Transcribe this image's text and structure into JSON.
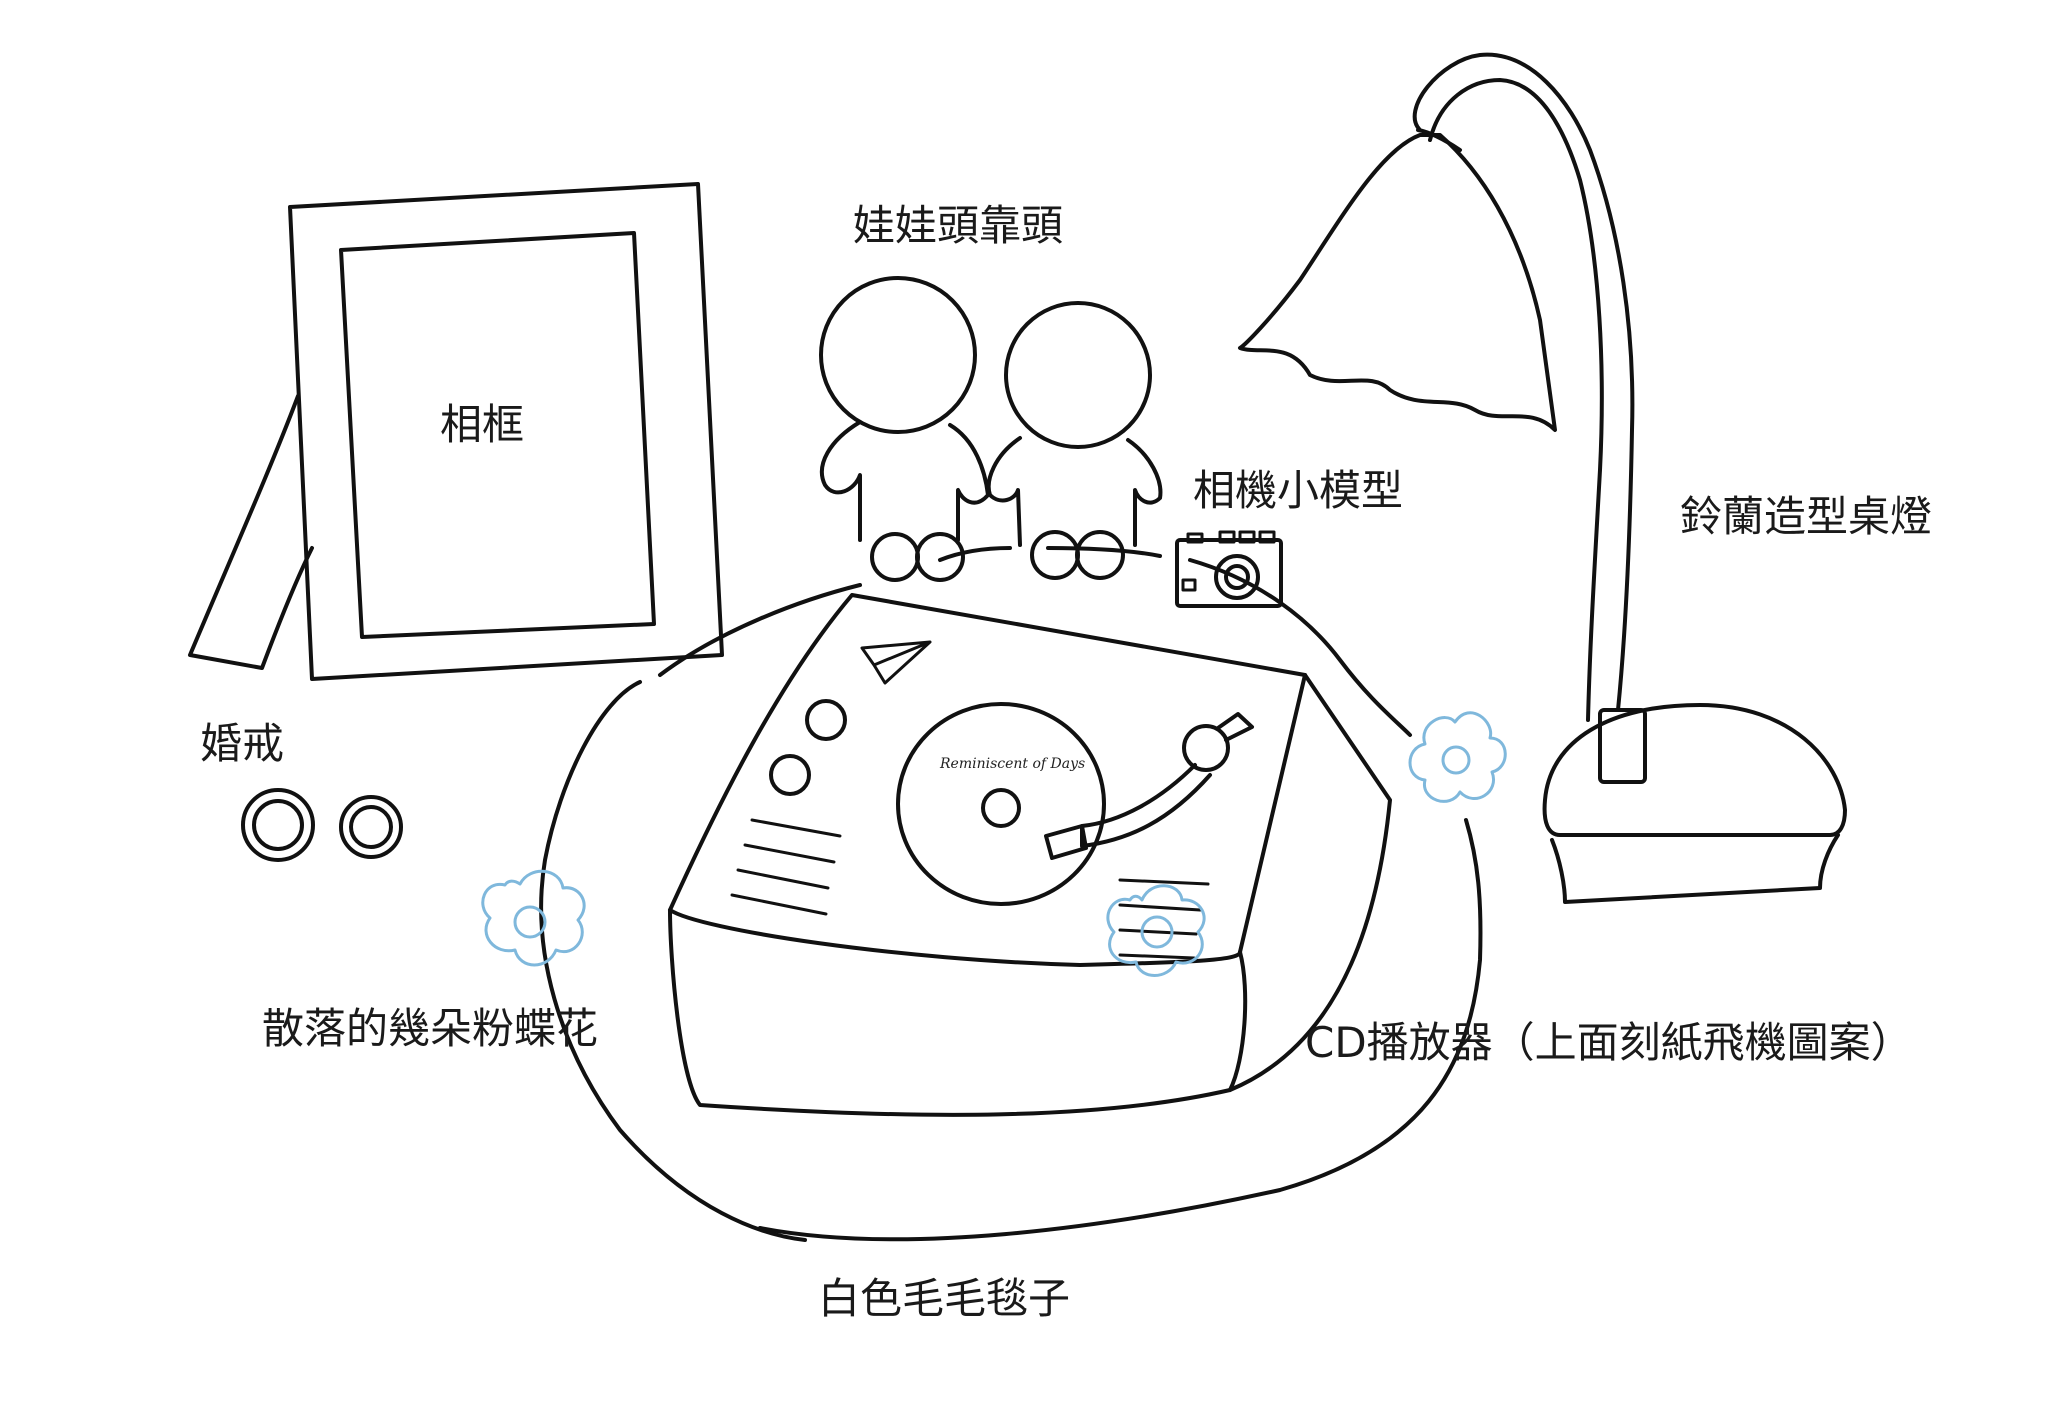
{
  "labels": {
    "photo_frame": "相框",
    "bobblehead_dolls": "娃娃頭靠頭",
    "camera_model": "相機小模型",
    "lamp": "鈴蘭造型桌燈",
    "wedding_rings": "婚戒",
    "flowers": "散落的幾朵粉蝶花",
    "cd_player": "CD播放器（上面刻紙飛機圖案）",
    "rug": "白色毛毛毯子"
  },
  "record_title": "Reminiscent of Days",
  "colors": {
    "ink": "#111111",
    "flower_outline": "#7fb8dc",
    "background": "#ffffff"
  }
}
